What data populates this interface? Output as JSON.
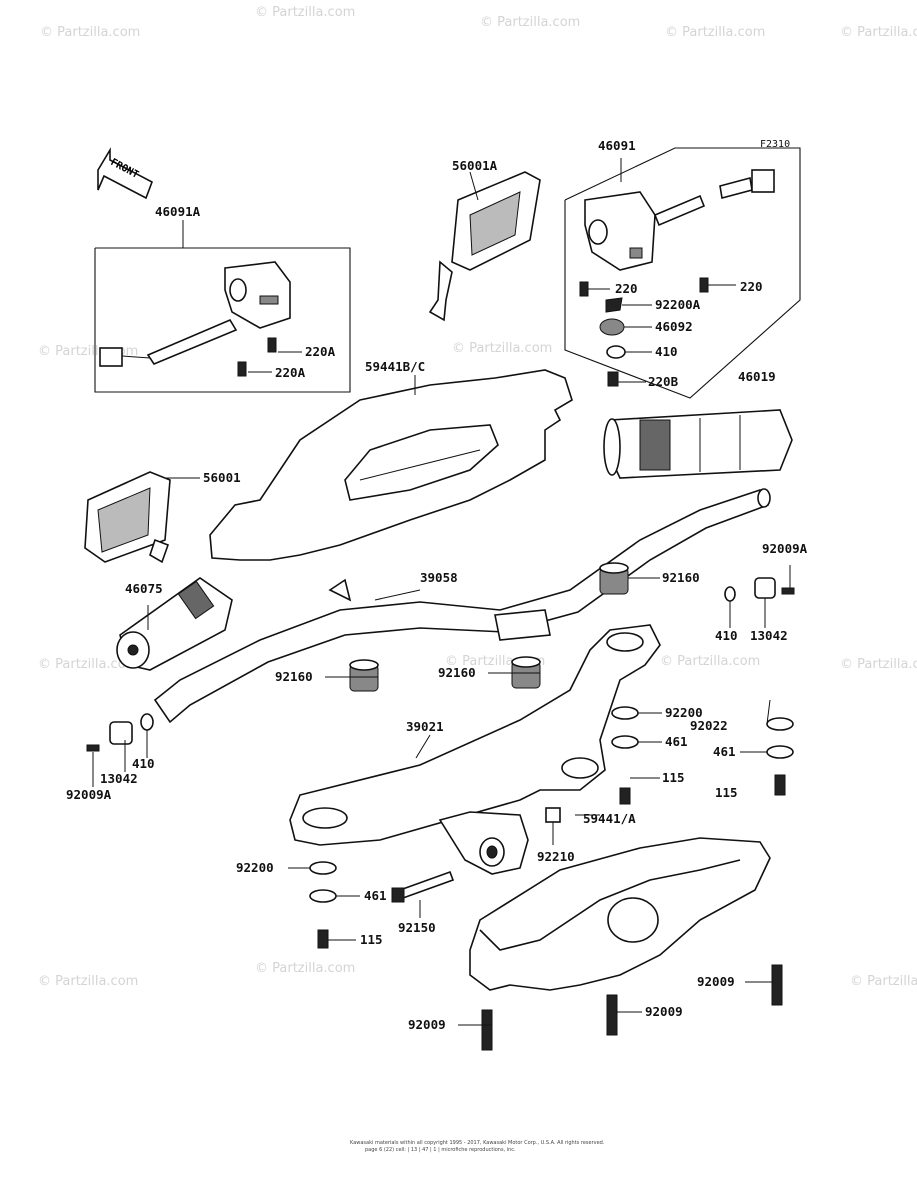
{
  "diagram_id": "F2310",
  "front_label": "FRONT",
  "watermark": "© Partzilla.com",
  "footer": {
    "line1": "Kawasaki materials within all copyright 1995 - 2017, Kawasaki Motor Corp., U.S.A. All rights reserved.",
    "line2": "page 6 (22) cell: | 13 | 47 | 1 | microfiche reproductions, inc."
  },
  "labels": {
    "p46091A": "46091A",
    "p220A_1": "220A",
    "p220A_2": "220A",
    "p56001A": "56001A",
    "p46091": "46091",
    "p220_1": "220",
    "p220_2": "220",
    "p92200A": "92200A",
    "p46092": "46092",
    "p410_top": "410",
    "p220B": "220B",
    "p59441BC": "59441B/C",
    "p46019": "46019",
    "p56001": "56001",
    "p92009A_r": "92009A",
    "p92160_r": "92160",
    "p410_r": "410",
    "p13042_r": "13042",
    "p46075": "46075",
    "p39058": "39058",
    "p92160_l": "92160",
    "p92160_m": "92160",
    "p92200_r": "92200",
    "p92022": "92022",
    "p461_r1": "461",
    "p461_r2": "461",
    "p115_r1": "115",
    "p115_r2": "115",
    "p39021": "39021",
    "p410_l": "410",
    "p13042_l": "13042",
    "p92009A_l": "92009A",
    "p59441A": "59441/A",
    "p92210": "92210",
    "p92200_l": "92200",
    "p461_l": "461",
    "p92150": "92150",
    "p115_l": "115",
    "p92009_r": "92009",
    "p92009_m": "92009",
    "p92009_l": "92009"
  }
}
